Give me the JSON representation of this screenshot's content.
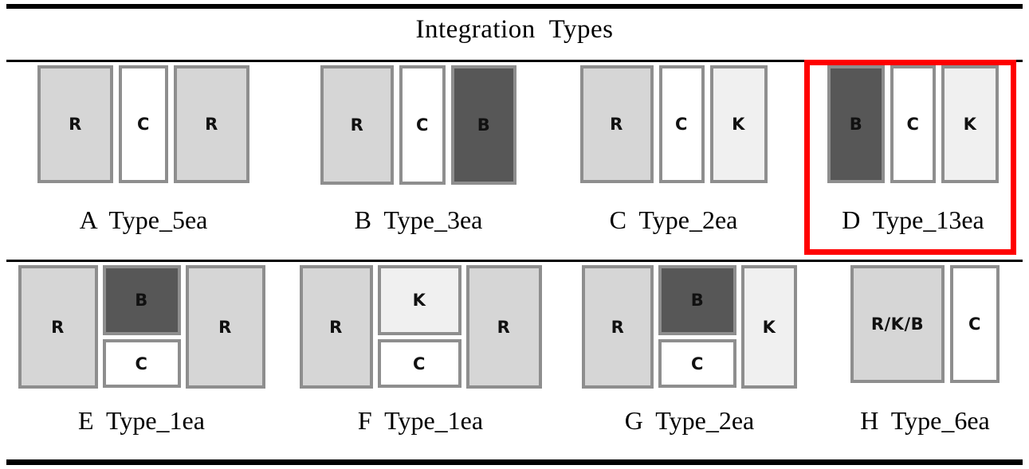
{
  "title": "Integration  Types",
  "rules": {
    "top": "thick-rule",
    "under_title": "thin-rule",
    "middle": "thin-rule",
    "bottom": "thick-rule"
  },
  "highlight": {
    "color": "#ff0000",
    "target_panel": "D"
  },
  "palette": {
    "R": "#d6d6d6",
    "C": "#ffffff",
    "B": "#575757",
    "K": "#f0f0f0",
    "border": "#8e8e8e",
    "text": "#111111",
    "rule": "#000000",
    "highlight": "#ff0000"
  },
  "panels": [
    {
      "id": "A",
      "caption": "A  Type_5ea",
      "row": 1,
      "highlighted": false,
      "columns": [
        {
          "kind": "single",
          "blocks": [
            {
              "label": "R",
              "fill": "R"
            }
          ]
        },
        {
          "kind": "single",
          "blocks": [
            {
              "label": "C",
              "fill": "C"
            }
          ]
        },
        {
          "kind": "single",
          "blocks": [
            {
              "label": "R",
              "fill": "R"
            }
          ]
        }
      ]
    },
    {
      "id": "B",
      "caption": "B  Type_3ea",
      "row": 1,
      "highlighted": false,
      "columns": [
        {
          "kind": "single",
          "blocks": [
            {
              "label": "R",
              "fill": "R"
            }
          ]
        },
        {
          "kind": "single",
          "blocks": [
            {
              "label": "C",
              "fill": "C"
            }
          ]
        },
        {
          "kind": "single",
          "blocks": [
            {
              "label": "B",
              "fill": "B"
            }
          ]
        }
      ]
    },
    {
      "id": "C",
      "caption": "C  Type_2ea",
      "row": 1,
      "highlighted": false,
      "columns": [
        {
          "kind": "single",
          "blocks": [
            {
              "label": "R",
              "fill": "R"
            }
          ]
        },
        {
          "kind": "single",
          "blocks": [
            {
              "label": "C",
              "fill": "C"
            }
          ]
        },
        {
          "kind": "single",
          "blocks": [
            {
              "label": "K",
              "fill": "K"
            }
          ]
        }
      ]
    },
    {
      "id": "D",
      "caption": "D  Type_13ea",
      "row": 1,
      "highlighted": true,
      "columns": [
        {
          "kind": "single",
          "blocks": [
            {
              "label": "B",
              "fill": "B"
            }
          ]
        },
        {
          "kind": "single",
          "blocks": [
            {
              "label": "C",
              "fill": "C"
            }
          ]
        },
        {
          "kind": "single",
          "blocks": [
            {
              "label": "K",
              "fill": "K"
            }
          ]
        }
      ]
    },
    {
      "id": "E",
      "caption": "E  Type_1ea",
      "row": 2,
      "highlighted": false,
      "columns": [
        {
          "kind": "single",
          "blocks": [
            {
              "label": "R",
              "fill": "R"
            }
          ]
        },
        {
          "kind": "stack",
          "blocks": [
            {
              "label": "B",
              "fill": "B"
            },
            {
              "label": "C",
              "fill": "C"
            }
          ]
        },
        {
          "kind": "single",
          "blocks": [
            {
              "label": "R",
              "fill": "R"
            }
          ]
        }
      ]
    },
    {
      "id": "F",
      "caption": "F  Type_1ea",
      "row": 2,
      "highlighted": false,
      "columns": [
        {
          "kind": "single",
          "blocks": [
            {
              "label": "R",
              "fill": "R"
            }
          ]
        },
        {
          "kind": "stack",
          "blocks": [
            {
              "label": "K",
              "fill": "K"
            },
            {
              "label": "C",
              "fill": "C"
            }
          ]
        },
        {
          "kind": "single",
          "blocks": [
            {
              "label": "R",
              "fill": "R"
            }
          ]
        }
      ]
    },
    {
      "id": "G",
      "caption": "G  Type_2ea",
      "row": 2,
      "highlighted": false,
      "columns": [
        {
          "kind": "single",
          "blocks": [
            {
              "label": "R",
              "fill": "R"
            }
          ]
        },
        {
          "kind": "stack",
          "blocks": [
            {
              "label": "B",
              "fill": "B"
            },
            {
              "label": "C",
              "fill": "C"
            }
          ]
        },
        {
          "kind": "single",
          "blocks": [
            {
              "label": "K",
              "fill": "K"
            }
          ]
        }
      ]
    },
    {
      "id": "H",
      "caption": "H  Type_6ea",
      "row": 2,
      "highlighted": false,
      "columns": [
        {
          "kind": "single",
          "blocks": [
            {
              "label": "R/K/B",
              "fill": "RKB"
            }
          ]
        },
        {
          "kind": "single",
          "blocks": [
            {
              "label": "C",
              "fill": "C"
            }
          ]
        }
      ]
    }
  ]
}
